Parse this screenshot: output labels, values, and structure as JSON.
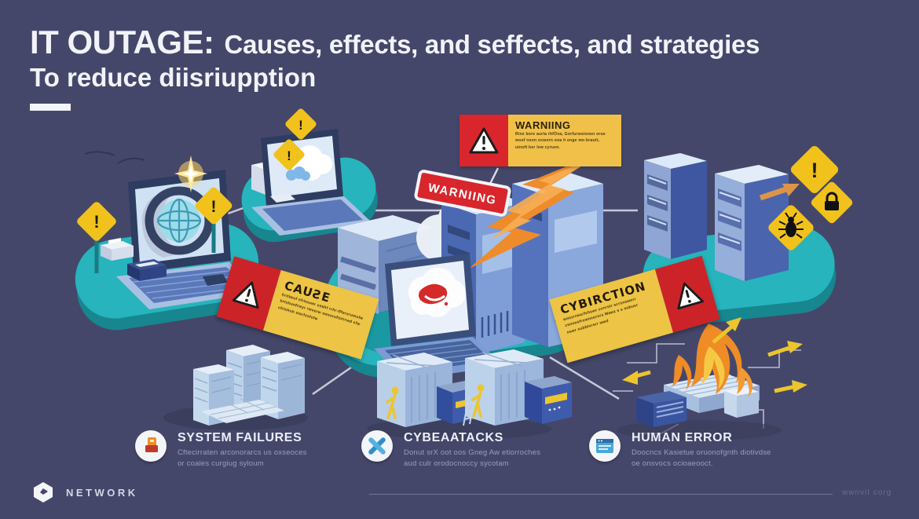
{
  "title": {
    "line1_strong": "IT OUTAGE:",
    "line1_rest": "Causes, effects, and seffects, and strategies",
    "line2": "To reduce diisriupption"
  },
  "warning_callout": {
    "title": "WARNIING",
    "line1": "Rine bore aurla rhfOva, Gorfurwsionen orue",
    "line2": "woof neon ocworn ona h enge me-brautt,",
    "line3": "uinoft ber lew cyruen."
  },
  "warning_sign": {
    "label": "WARNIING"
  },
  "banners": {
    "cause": {
      "title": "CAUƧE",
      "line1": "hrittwuf efrhsuwr ceahf rrhr-fffersrumsfw",
      "line2": "brtshunfrwyr rwverw swssruftotrrwd cfw",
      "line3": "cfrtshsh sterfssfsfw"
    },
    "cyberaction": {
      "title": "CYBIRCTION",
      "line1": "woszrrwurfvhswr cvnrstr scrsnsworr",
      "line2": "csnnnsfrownnornrs Mawz s s oubusr",
      "line3": "oswr subbtvrsrr wwd"
    }
  },
  "legend": {
    "items": [
      {
        "title": "SYSTEM FAILURES",
        "line1": "Cftecirraten arconorarcs us oxseoces",
        "line2": "or coales curgiug syloum"
      },
      {
        "title": "CYBEAATACKS",
        "line1": "Donut srX oot oos Gneg Aw etiorroches",
        "line2": "aud culr orodocnoccy sycotam"
      },
      {
        "title": "HUMAN ERROR",
        "line1": "Doocncs Kasietue oruonofgnth diotivdse",
        "line2": "oe onsvocs ocioaeooct."
      }
    ]
  },
  "footer": {
    "brand": "NETWORK",
    "website": "wwnvit corg"
  },
  "icons": {
    "exclamation": "!"
  },
  "colors": {
    "background": "#45476a",
    "platform_teal": "#27b4bc",
    "platform_teal_dark": "#17868f",
    "alert_red": "#d8262c",
    "alert_yellow": "#f0c049",
    "banner_yellow": "#edc445",
    "sign_yellow": "#f1c21b",
    "device_blue": "#5878c0",
    "device_light": "#d9e7f7",
    "flame_orange": "#ef8c26",
    "arrow_yellow": "#ecc52f",
    "text_light": "#f2f3f8",
    "text_muted": "#999dbd"
  }
}
